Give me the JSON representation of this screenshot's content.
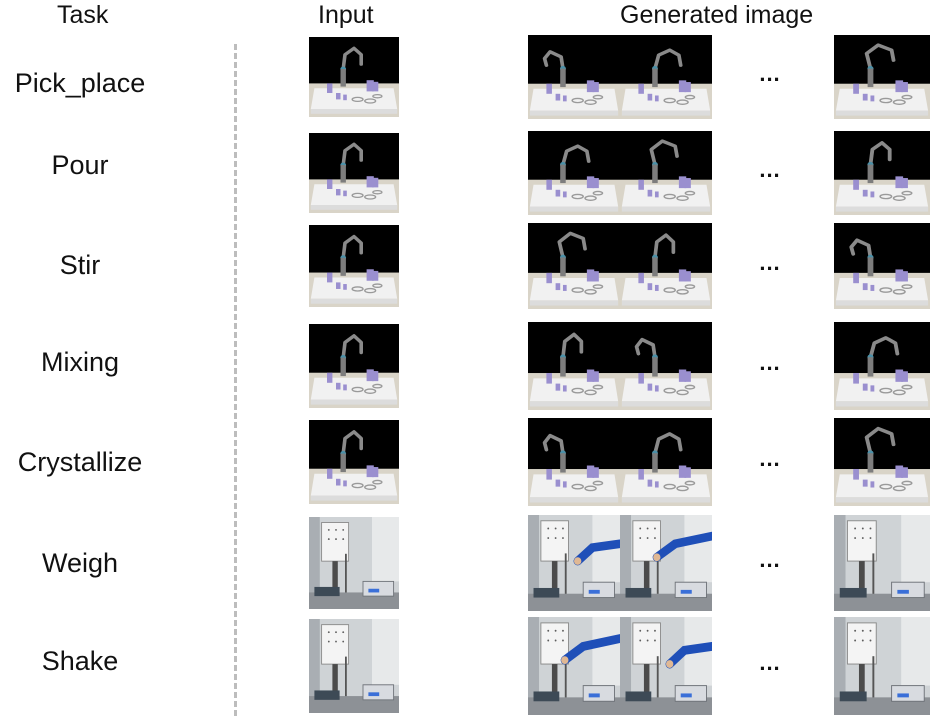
{
  "header": {
    "task": "Task",
    "input": "Input",
    "generated": "Generated image"
  },
  "tasks": [
    {
      "label": "Pick_place",
      "scene": "sim"
    },
    {
      "label": "Pour",
      "scene": "sim"
    },
    {
      "label": "Stir",
      "scene": "sim"
    },
    {
      "label": "Mixing",
      "scene": "sim"
    },
    {
      "label": "Crystallize",
      "scene": "sim"
    },
    {
      "label": "Weigh",
      "scene": "lab"
    },
    {
      "label": "Shake",
      "scene": "lab"
    }
  ],
  "ellipsis": "...",
  "colors": {
    "text": "#111111",
    "divider": "#bdbdbd",
    "sim_background": "#000000",
    "table": "#f1f1f1",
    "beaker": "#9a8fcf",
    "robot_arm": "#8a8a8a",
    "lab_wall": "#cfd3d6",
    "sleeve": "#1f4fb8"
  }
}
